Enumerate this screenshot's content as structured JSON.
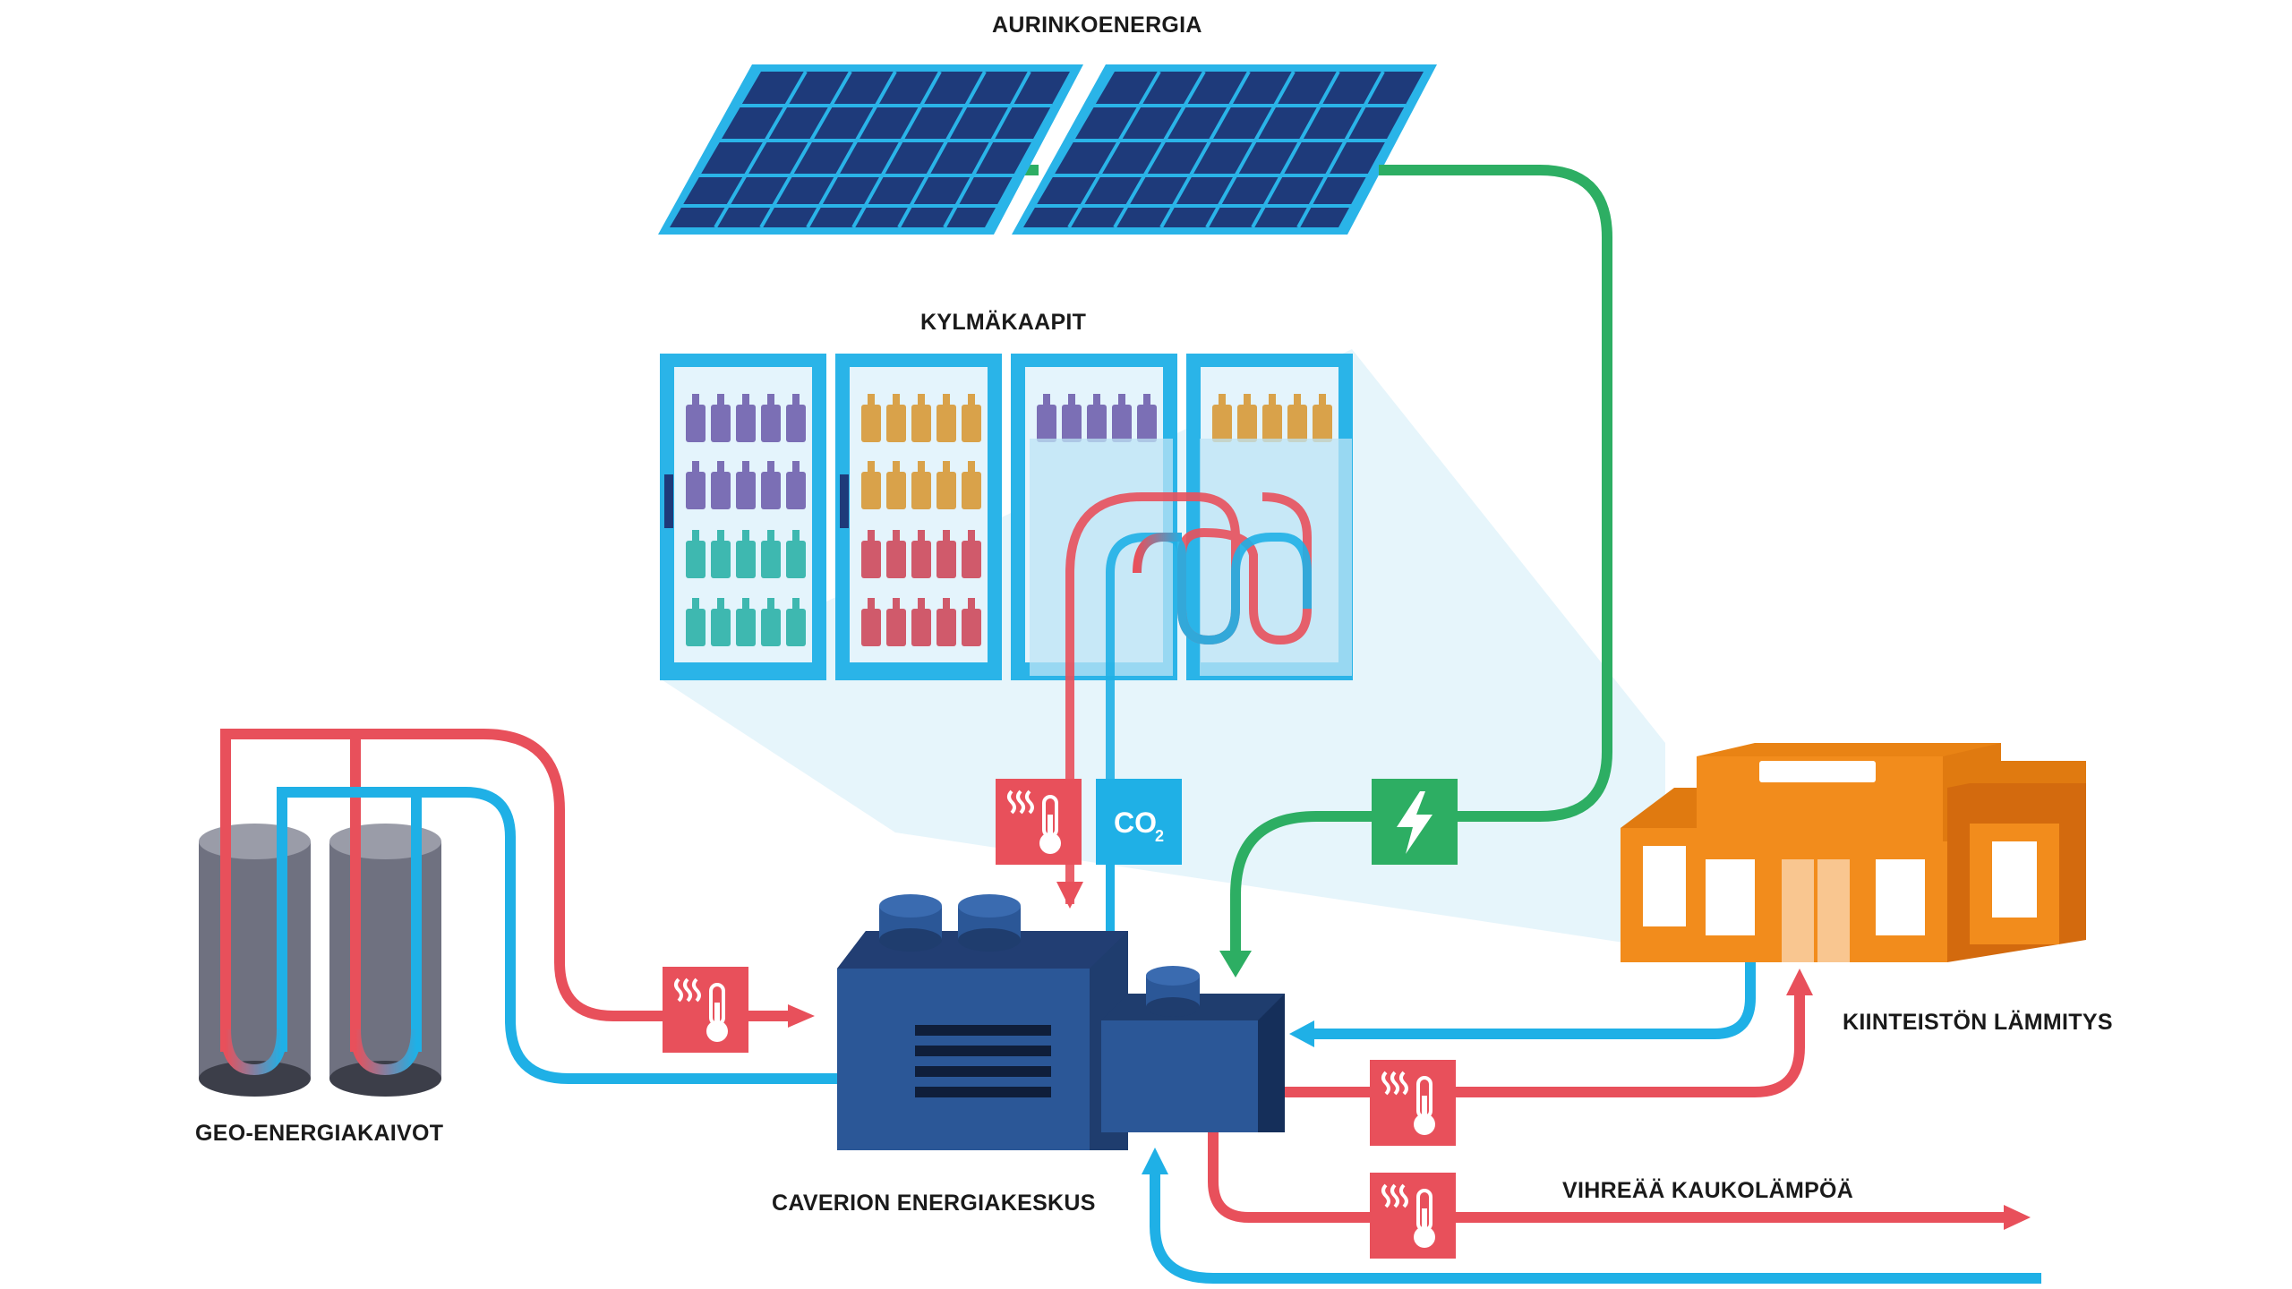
{
  "labels": {
    "solar": "AURINKOENERGIA",
    "fridges": "KYLMÄKAAPIT",
    "geo_wells": "GEO-ENERGIAKAIVOT",
    "energy_center": "CAVERION ENERGIAKESKUS",
    "building_heating": "KIINTEISTÖN LÄMMITYS",
    "district_heat": "VIHREÄÄ KAUKOLÄMPÖÄ",
    "co2_main": "CO",
    "co2_sub": "2"
  },
  "colors": {
    "hot": "#E8505B",
    "cold": "#1FB0E6",
    "power": "#2DAE63",
    "solar_panel": "#1E3A7A",
    "solar_frame": "#2AB4E8",
    "machine": "#2B5797",
    "machine_dark": "#1F3D6E",
    "building": "#F28C1C",
    "well": "#6F7180"
  },
  "icons": [
    "thermometer-icon",
    "lightning-icon",
    "heat-waves-icon"
  ]
}
